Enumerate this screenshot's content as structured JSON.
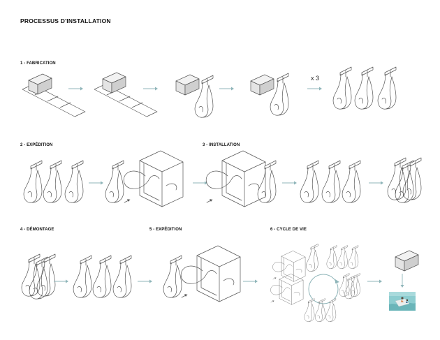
{
  "diagram": {
    "title": "PROCESSUS D'INSTALLATION",
    "steps": [
      {
        "label": "1 - FABRICATION"
      },
      {
        "label": "2 - EXPÉDITION"
      },
      {
        "label": "3 - INSTALLATION"
      },
      {
        "label": "4 - DÉMONTAGE"
      },
      {
        "label": "5 - EXPÉDITION"
      },
      {
        "label": "6 - CYCLE DE VIE"
      }
    ],
    "multiplier": "x 3"
  },
  "colors": {
    "arrow": "#8fb5b9",
    "line": "#555555",
    "box_top": "#f2f2f2",
    "box_left": "#e4e4e4",
    "box_right": "#cfcfcf",
    "photo_water": "#7fc6c9"
  }
}
